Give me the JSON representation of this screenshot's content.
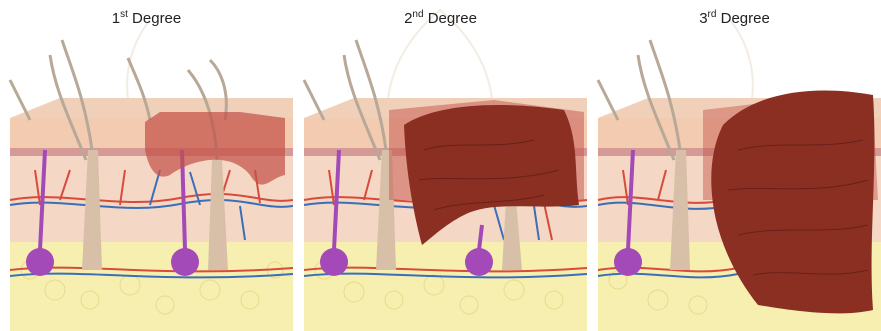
{
  "panels": [
    {
      "number": "1",
      "suffix": "st",
      "word": "Degree"
    },
    {
      "number": "2",
      "suffix": "nd",
      "word": "Degree"
    },
    {
      "number": "3",
      "suffix": "rd",
      "word": "Degree"
    }
  ],
  "colors": {
    "epidermis": "#f2cbb0",
    "dermis": "#f4d7c4",
    "subcutaneous": "#f6efb0",
    "burn_light": "#d9827a",
    "burn_deep": "#8a2f22",
    "gland": "#a34ab8",
    "vessel_red": "#d84a3a",
    "vessel_blue": "#3a6fb8",
    "hair": "#b8a898"
  }
}
